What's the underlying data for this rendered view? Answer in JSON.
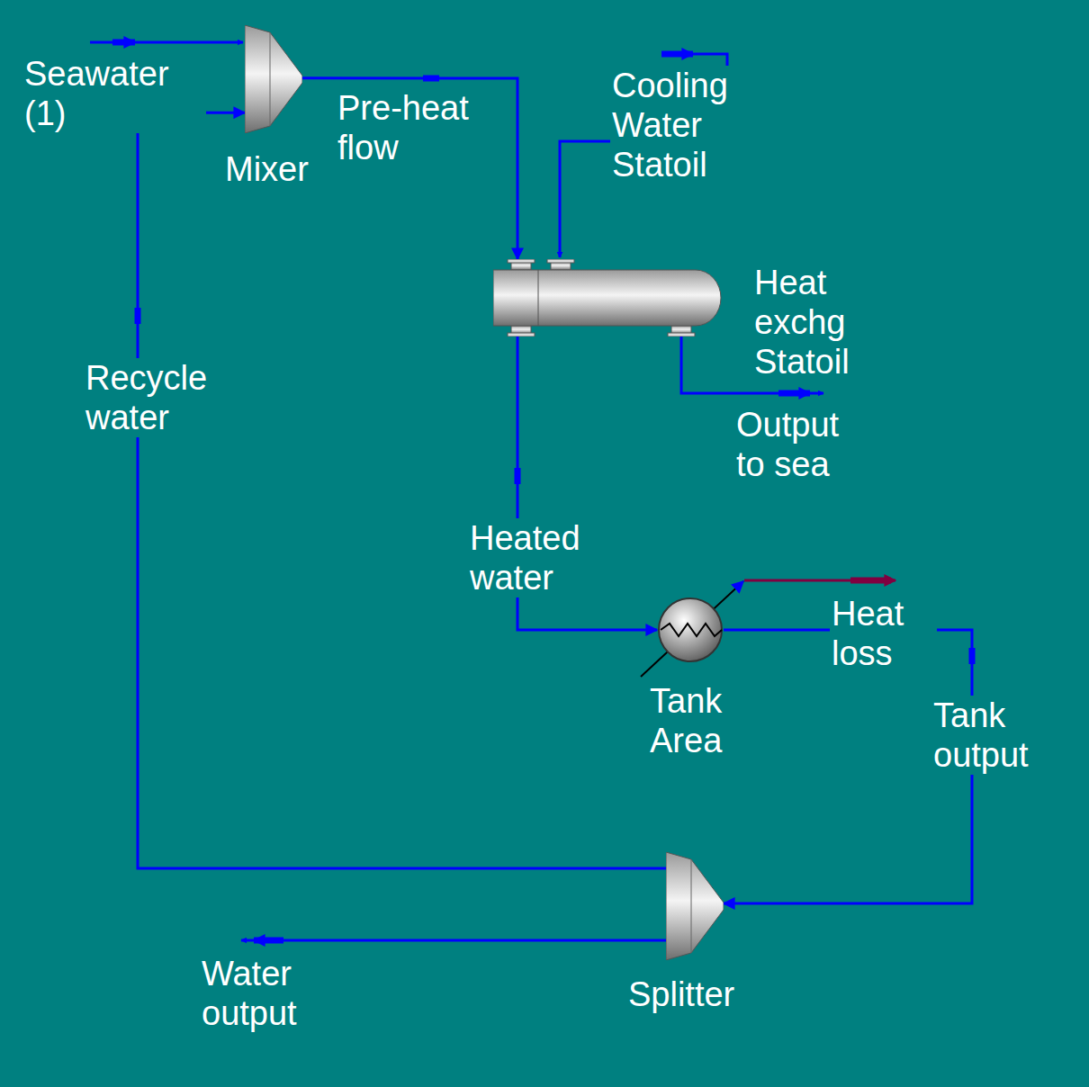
{
  "diagram": {
    "nodes": [
      {
        "text": [
          "Mixer"
        ]
      },
      {
        "text": [
          "Heat exchg Statoil"
        ]
      },
      {
        "text": [
          "Tank Area"
        ]
      },
      {
        "text": [
          "Splitter"
        ]
      }
    ],
    "edges": [
      {
        "from": 0,
        "to": 1,
        "arrow": "to",
        "label": "Pre-heat flow"
      },
      {
        "from": 1,
        "to": 2,
        "arrow": "to",
        "label": "Heated water"
      },
      {
        "from": 2,
        "to": 3,
        "arrow": "to",
        "label": "Tank output"
      },
      {
        "from": 3,
        "to": 0,
        "arrow": "to",
        "label": "Recycle water"
      }
    ],
    "labels": [
      "Seawater (1)",
      "Cooling Water Statoil",
      "Output to sea",
      "Heat loss",
      "Water output"
    ]
  }
}
